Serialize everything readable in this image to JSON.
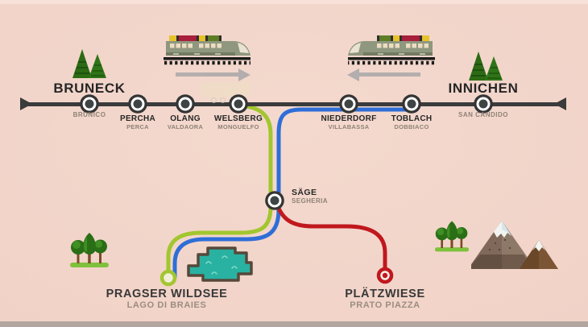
{
  "stations": [
    {
      "name": "BRUNECK",
      "italian": "BRUNICO"
    },
    {
      "name": "PERCHA",
      "italian": "PERCA"
    },
    {
      "name": "OLANG",
      "italian": "VALDAORA"
    },
    {
      "name": "WELSBERG",
      "italian": "MONGUELFO"
    },
    {
      "name": "NIEDERDORF",
      "italian": "VILLABASSA"
    },
    {
      "name": "TOBLACH",
      "italian": "DOBBIACO"
    },
    {
      "name": "INNICHEN",
      "italian": "SAN CANDIDO"
    }
  ],
  "junction": {
    "name": "SÄGE",
    "italian": "SEGHERIA"
  },
  "terminals": [
    {
      "name": "PRAGSER WILDSEE",
      "italian": "LAGO DI BRAIES",
      "line_color": "#a2c62f"
    },
    {
      "name": "PLÄTZWIESE",
      "italian": "PRATO PIAZZA",
      "line_color": "#c0181d"
    }
  ],
  "lines": {
    "main_line_color": "#3b3b3b",
    "green_route_color": "#a2c62f",
    "blue_route_color": "#2e6ed8",
    "red_route_color": "#c0181d"
  },
  "colors": {
    "background": "#f1d2c7",
    "lake_fill": "#29b2a2",
    "lake_border": "#57483a",
    "arrow_gray": "#a8a8a8"
  },
  "icons": [
    "train-east-icon",
    "train-west-icon",
    "direction-arrow-east-icon",
    "direction-arrow-west-icon",
    "pine-trees-icon",
    "deciduous-trees-icon",
    "mountains-icon",
    "lake-icon",
    "bus-icon"
  ]
}
